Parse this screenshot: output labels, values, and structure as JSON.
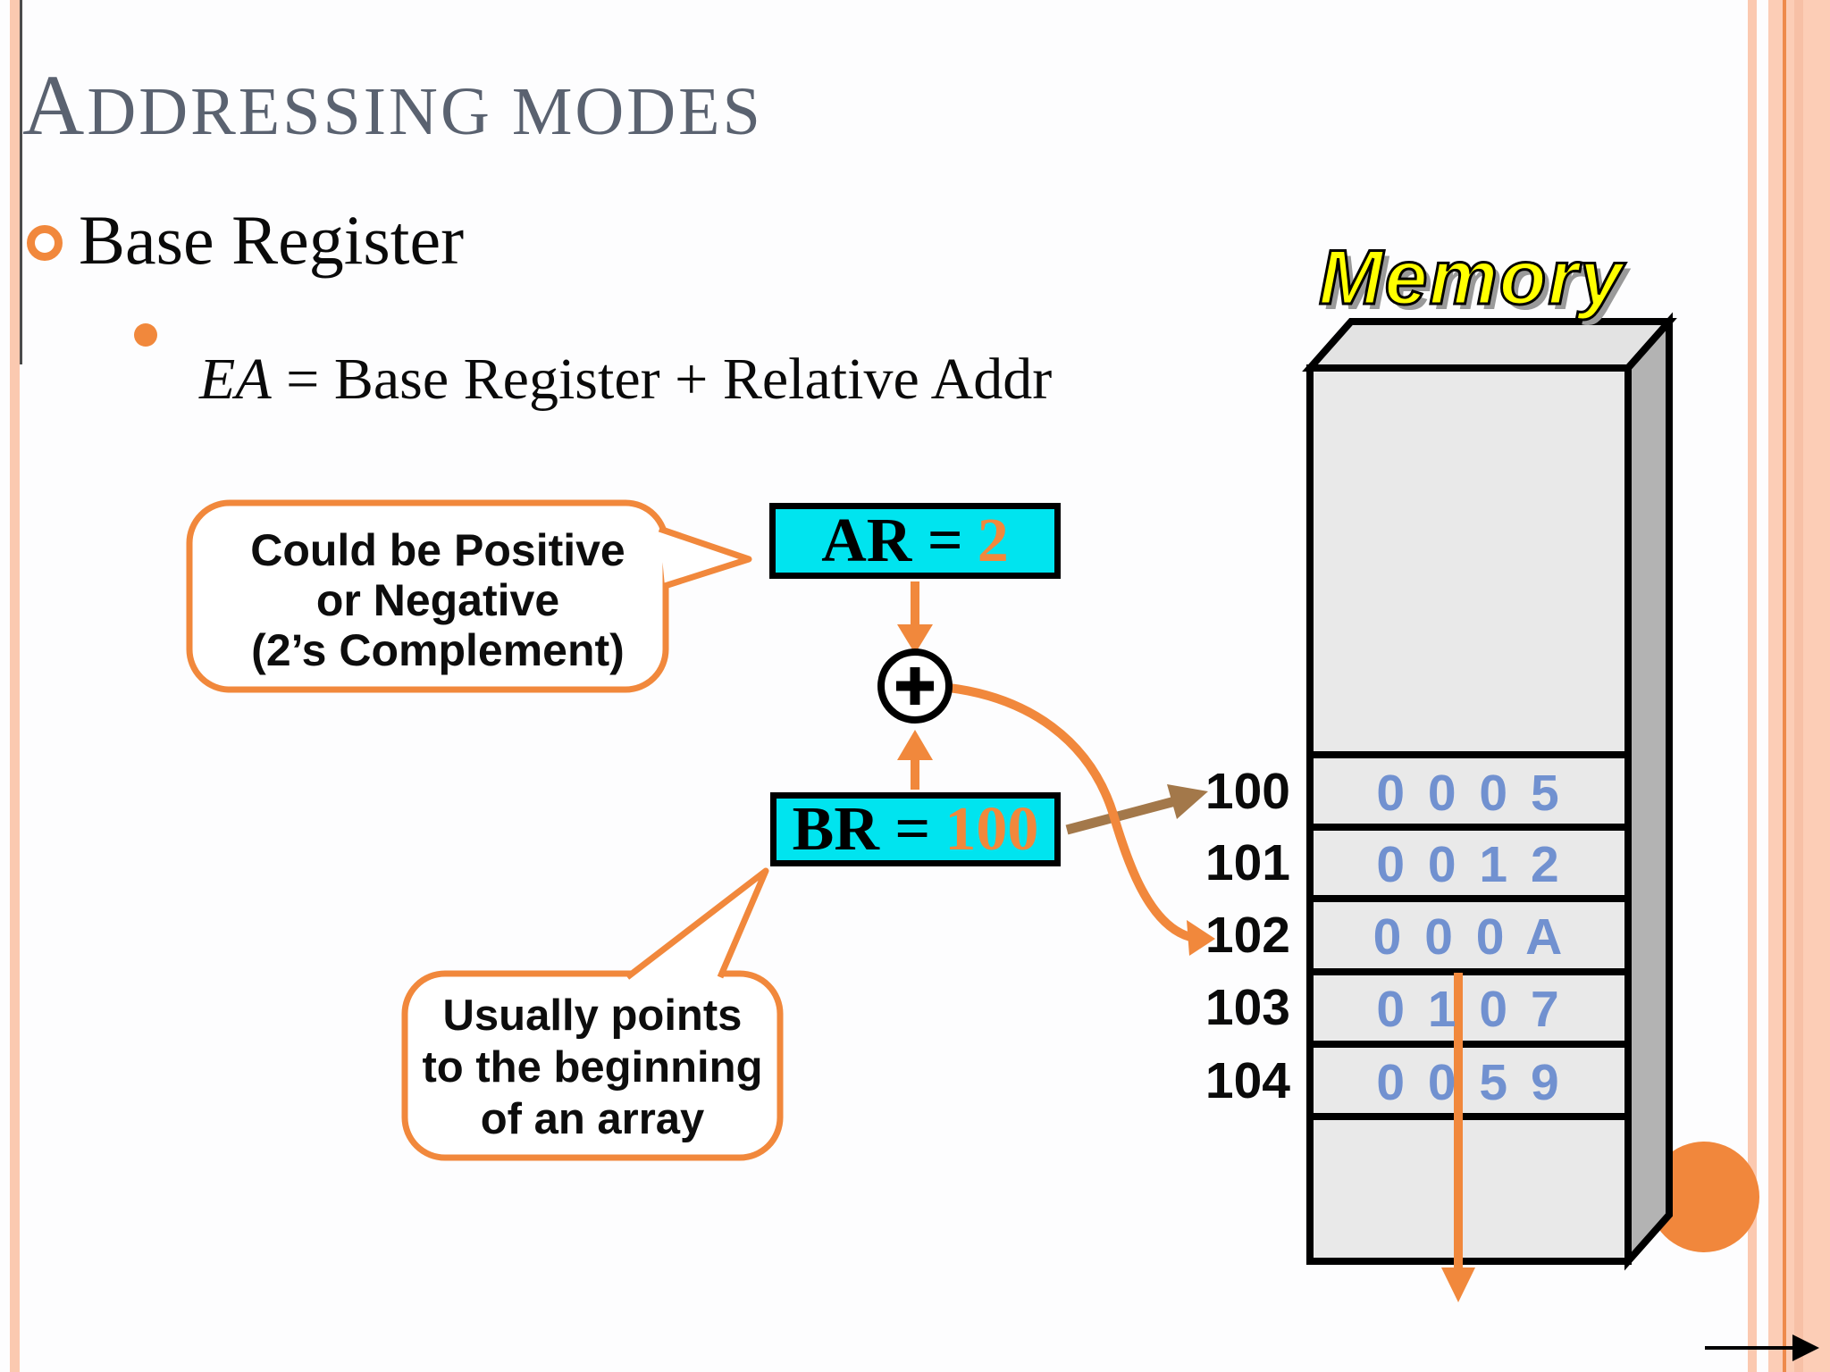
{
  "colors": {
    "accent": "#f1883c",
    "cyan": "#00e4ef",
    "value_blue": "#7191d0",
    "brown": "#a3784a",
    "yellow": "#ffff00",
    "title_gray": "#5a6270",
    "stripe_salmon": "#fbc9b0",
    "stripe_line": "#ee8a4c"
  },
  "slide": {
    "title_initial": "A",
    "title_rest": "DDRESSING MODES",
    "bullet": "Base Register",
    "formula_em": "EA",
    "formula_rest": " = Base Register + Relative Addr"
  },
  "callout_positive": {
    "line1": "Could be Positive",
    "line2": "or Negative",
    "line3": "(2’s Complement)"
  },
  "callout_array": {
    "line1": "Usually points",
    "line2": "to the beginning",
    "line3": "of an array"
  },
  "registers": {
    "ar_label": "AR =",
    "ar_value": "2",
    "br_label": "BR =",
    "br_value": "100",
    "adder_symbol": "+"
  },
  "memory": {
    "label": "Memory",
    "rows": [
      {
        "addr": "100",
        "value": "0 0 0 5"
      },
      {
        "addr": "101",
        "value": "0 0 1 2"
      },
      {
        "addr": "102",
        "value": "0 0 0 A"
      },
      {
        "addr": "103",
        "value": "0 1 0 7"
      },
      {
        "addr": "104",
        "value": "0 0 5 9"
      }
    ]
  }
}
